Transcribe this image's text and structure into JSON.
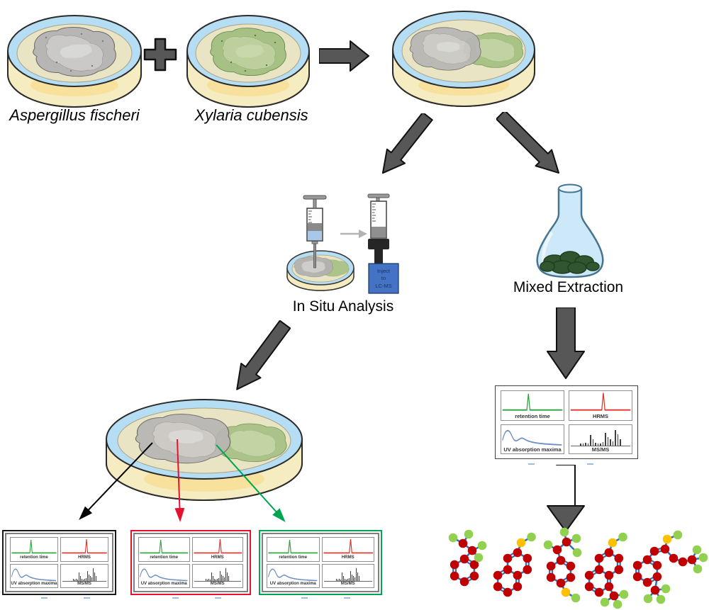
{
  "dishes": {
    "dish1_label": "Aspergillus fischeri",
    "dish2_label": "Xylaria cubensis",
    "plus_sign": "+"
  },
  "in_situ": {
    "label": "In Situ Analysis",
    "inject_line1": "Inject",
    "inject_line2": "to",
    "inject_line3": "LC-MS"
  },
  "extraction": {
    "label": "Mixed Extraction"
  },
  "spectra_panel": {
    "retention_label": "retention time",
    "hrms_label": "HRMS",
    "uv_label": "UV absorption maxima",
    "msms_label": "MS/MS",
    "msms_bars": [
      0.12,
      0.1,
      0.14,
      0.1,
      0.52,
      0.3,
      0.14,
      0.1,
      0.12,
      0.18,
      0.62,
      0.42,
      0.32,
      0.22,
      0.78,
      0.55,
      0.3
    ]
  },
  "colors": {
    "block_arrow_gray": "#575757",
    "panel_border_black": "#1a1a1a",
    "panel_border_red": "#e8112d",
    "panel_border_green": "#00a550",
    "retention_peak_green": "#2ba13a",
    "hrms_peak_red": "#e03028",
    "uv_curve_blue": "#6b8fc2",
    "msms_bar_gray": "#3f3f3f",
    "colony_gray": "#b8b6b4",
    "colony_green": "#a6c183",
    "dish_rim_blue": "#b5def5",
    "agar_cream": "#e9e5c4",
    "flask_blue": "#cde8f8",
    "extract_green": "#31562f",
    "inject_box_blue": "#4472c4"
  },
  "molecules": {
    "bond_color": "#2e74b5",
    "atom_radius": 6.3,
    "atom_colors": {
      "r": "#c00000",
      "g": "#92d050",
      "o": "#ffc000"
    },
    "items": [
      {
        "atoms": [
          [
            27,
            47,
            "r"
          ],
          [
            40.9,
            55,
            "r"
          ],
          [
            40.9,
            71,
            "r"
          ],
          [
            27,
            79,
            "r"
          ],
          [
            13.1,
            71,
            "r"
          ],
          [
            13.1,
            55,
            "r"
          ],
          [
            38,
            35,
            "r"
          ],
          [
            25,
            25,
            "r"
          ],
          [
            11,
            17,
            "g"
          ],
          [
            33,
            12,
            "g"
          ],
          [
            52,
            28,
            "g"
          ],
          [
            47,
            45,
            "g"
          ]
        ],
        "bonds": [
          [
            0,
            1,
            1
          ],
          [
            1,
            2,
            0
          ],
          [
            2,
            3,
            1
          ],
          [
            3,
            4,
            0
          ],
          [
            4,
            5,
            1
          ],
          [
            5,
            0,
            0
          ],
          [
            0,
            6,
            0
          ],
          [
            6,
            7,
            0
          ],
          [
            7,
            8,
            0
          ],
          [
            7,
            9,
            0
          ],
          [
            6,
            10,
            0
          ],
          [
            6,
            11,
            0
          ]
        ]
      },
      {
        "atoms": [
          [
            88,
            62,
            "r"
          ],
          [
            101.9,
            70,
            "r"
          ],
          [
            101.9,
            86,
            "r"
          ],
          [
            88,
            94,
            "r"
          ],
          [
            74.1,
            86,
            "r"
          ],
          [
            74.1,
            70,
            "r"
          ],
          [
            101.9,
            38,
            "r"
          ],
          [
            115.8,
            46,
            "r"
          ],
          [
            115.8,
            62,
            "r"
          ],
          [
            88,
            46,
            "r"
          ],
          [
            107,
            24,
            "o"
          ],
          [
            121.5,
            16,
            "g"
          ]
        ],
        "bonds": [
          [
            0,
            1,
            0
          ],
          [
            1,
            2,
            1
          ],
          [
            2,
            3,
            0
          ],
          [
            3,
            4,
            1
          ],
          [
            4,
            5,
            0
          ],
          [
            5,
            0,
            1
          ],
          [
            1,
            8,
            0
          ],
          [
            8,
            7,
            1
          ],
          [
            7,
            6,
            0
          ],
          [
            6,
            9,
            1
          ],
          [
            9,
            0,
            0
          ],
          [
            6,
            10,
            0
          ],
          [
            10,
            11,
            0
          ]
        ]
      },
      {
        "atoms": [
          [
            163,
            49,
            "r"
          ],
          [
            176.9,
            57,
            "r"
          ],
          [
            176.9,
            73,
            "r"
          ],
          [
            163,
            81,
            "r"
          ],
          [
            149.1,
            73,
            "r"
          ],
          [
            149.1,
            57,
            "r"
          ],
          [
            158,
            34,
            "r"
          ],
          [
            171,
            23,
            "r"
          ],
          [
            145,
            27,
            "g"
          ],
          [
            168,
            9,
            "g"
          ],
          [
            185,
            18,
            "g"
          ],
          [
            186,
            38,
            "g"
          ],
          [
            170,
            94,
            "o"
          ],
          [
            184,
            102,
            "g"
          ]
        ],
        "bonds": [
          [
            0,
            1,
            1
          ],
          [
            1,
            2,
            0
          ],
          [
            2,
            3,
            1
          ],
          [
            3,
            4,
            0
          ],
          [
            4,
            5,
            1
          ],
          [
            5,
            0,
            0
          ],
          [
            0,
            6,
            0
          ],
          [
            6,
            7,
            0
          ],
          [
            6,
            8,
            0
          ],
          [
            7,
            9,
            0
          ],
          [
            7,
            10,
            0
          ],
          [
            7,
            11,
            0
          ],
          [
            3,
            12,
            0
          ],
          [
            12,
            13,
            0
          ]
        ]
      },
      {
        "atoms": [
          [
            217,
            62,
            "r"
          ],
          [
            230.9,
            70,
            "r"
          ],
          [
            230.9,
            86,
            "r"
          ],
          [
            217,
            94,
            "r"
          ],
          [
            203.1,
            86,
            "r"
          ],
          [
            203.1,
            70,
            "r"
          ],
          [
            230.9,
            38,
            "r"
          ],
          [
            244.8,
            46,
            "r"
          ],
          [
            244.8,
            62,
            "r"
          ],
          [
            217,
            46,
            "r"
          ],
          [
            236,
            24,
            "o"
          ],
          [
            250.5,
            16,
            "g"
          ],
          [
            238,
            99,
            "r"
          ],
          [
            225,
            108,
            "g"
          ],
          [
            243,
            111,
            "g"
          ],
          [
            252,
            97,
            "g"
          ]
        ],
        "bonds": [
          [
            0,
            1,
            0
          ],
          [
            1,
            2,
            1
          ],
          [
            2,
            3,
            0
          ],
          [
            3,
            4,
            1
          ],
          [
            4,
            5,
            0
          ],
          [
            5,
            0,
            1
          ],
          [
            1,
            8,
            0
          ],
          [
            8,
            7,
            1
          ],
          [
            7,
            6,
            0
          ],
          [
            6,
            9,
            1
          ],
          [
            9,
            0,
            0
          ],
          [
            6,
            10,
            0
          ],
          [
            10,
            11,
            0
          ],
          [
            2,
            12,
            0
          ],
          [
            12,
            13,
            0
          ],
          [
            12,
            14,
            0
          ],
          [
            12,
            15,
            0
          ]
        ]
      },
      {
        "atoms": [
          [
            285,
            48,
            "r"
          ],
          [
            298.9,
            56,
            "r"
          ],
          [
            298.9,
            72,
            "r"
          ],
          [
            285,
            80,
            "r"
          ],
          [
            271.1,
            72,
            "r"
          ],
          [
            271.1,
            56,
            "r"
          ],
          [
            295,
            36,
            "r"
          ],
          [
            310,
            33,
            "r"
          ],
          [
            313,
            19,
            "o"
          ],
          [
            328,
            13,
            "g"
          ],
          [
            322,
            46,
            "r"
          ],
          [
            335,
            51,
            "r"
          ],
          [
            348,
            48,
            "r"
          ],
          [
            355,
            34,
            "g"
          ],
          [
            364,
            45,
            "g"
          ],
          [
            356,
            61,
            "g"
          ],
          [
            296,
            91,
            "r"
          ],
          [
            286,
            103,
            "g"
          ],
          [
            304,
            104,
            "g"
          ],
          [
            311,
            89,
            "g"
          ]
        ],
        "bonds": [
          [
            0,
            1,
            1
          ],
          [
            1,
            2,
            0
          ],
          [
            2,
            3,
            1
          ],
          [
            3,
            4,
            0
          ],
          [
            4,
            5,
            1
          ],
          [
            5,
            0,
            0
          ],
          [
            0,
            6,
            0
          ],
          [
            6,
            7,
            1
          ],
          [
            7,
            8,
            0
          ],
          [
            8,
            9,
            0
          ],
          [
            7,
            10,
            0
          ],
          [
            10,
            11,
            0
          ],
          [
            11,
            12,
            0
          ],
          [
            12,
            13,
            0
          ],
          [
            12,
            14,
            0
          ],
          [
            12,
            15,
            0
          ],
          [
            2,
            16,
            0
          ],
          [
            16,
            17,
            0
          ],
          [
            16,
            18,
            0
          ],
          [
            16,
            19,
            0
          ]
        ]
      }
    ]
  }
}
